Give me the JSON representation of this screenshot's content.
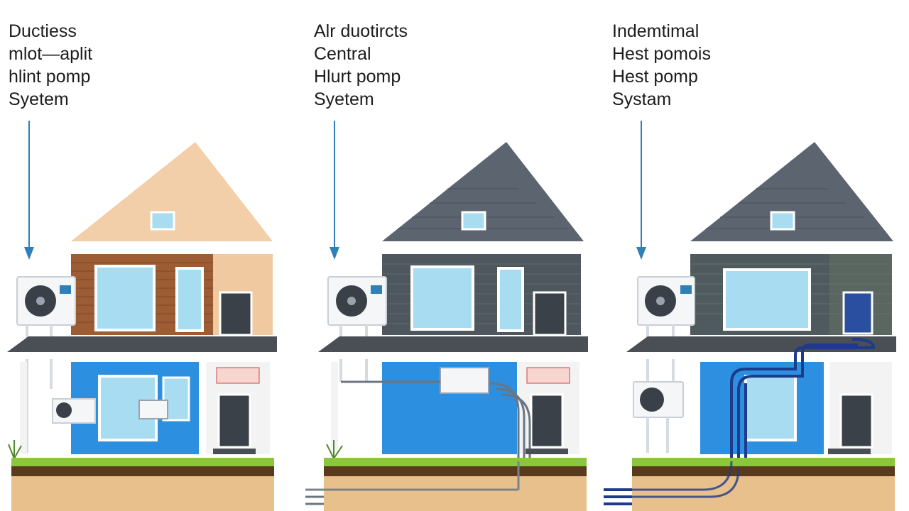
{
  "panels": [
    {
      "caption": [
        "Ductiess",
        "mlot—aplit",
        "hlint pomp",
        "Syetem"
      ],
      "theme": "tan",
      "colors": {
        "roof": "#f2cfa8",
        "wall_upper": "#9c5c34",
        "wall_side": "#f1c9a0"
      }
    },
    {
      "caption": [
        "Alr duotircts",
        "Central",
        "Hlurt pomp",
        "Syetem"
      ],
      "theme": "gray",
      "colors": {
        "roof": "#5c6470",
        "wall_upper": "#4e575e",
        "wall_side": "#4e575e"
      }
    },
    {
      "caption": [
        "Indemtimal",
        "Hest pomois",
        "Hest pomp",
        "Systam"
      ],
      "theme": "gray-green",
      "colors": {
        "roof": "#5c6470",
        "wall_upper": "#4f5a5e",
        "wall_side": "#5a6660"
      }
    }
  ],
  "colors": {
    "arrow": "#2f7fb8",
    "glass": "#a8dcf0",
    "blue_wall": "#2d8fe0",
    "grass": "#8cc63f",
    "soil_dark": "#5a3a1c",
    "soil": "#e8c08c",
    "pipe": "#1e3a8a"
  }
}
